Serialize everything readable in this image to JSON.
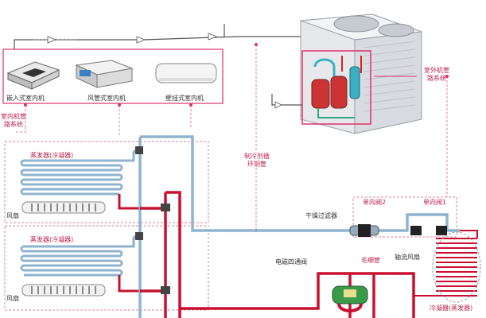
{
  "labels": {
    "cassette_unit": "嵌入式室内机",
    "duct_unit": "风管式室内机",
    "wall_unit": "壁挂式室内机",
    "indoor_piping": "室内机管路系统",
    "outdoor_piping": "室外机管路系统",
    "refrigerant_pipe": "制冷剂循环铜管",
    "evaporator_condenser_1": "蒸发器(冷凝器)",
    "evaporator_condenser_2": "蒸发器(冷凝器)",
    "fan_1": "风扇",
    "fan_2": "风扇",
    "check_valve_2": "单向阀2",
    "check_valve_1": "单向阀1",
    "dry_filter": "干燥过滤器",
    "capillary": "毛细管",
    "axial_fan": "轴流风扇",
    "four_way_valve": "电磁四通阀",
    "condenser_evaporator": "冷凝器(蒸发器)"
  },
  "colors": {
    "accent": "#c0204a",
    "liquid_pipe": "#8fb3cf",
    "gas_pipe": "#c8102e",
    "dashed": "#e080a0",
    "box": "#e0306a"
  }
}
